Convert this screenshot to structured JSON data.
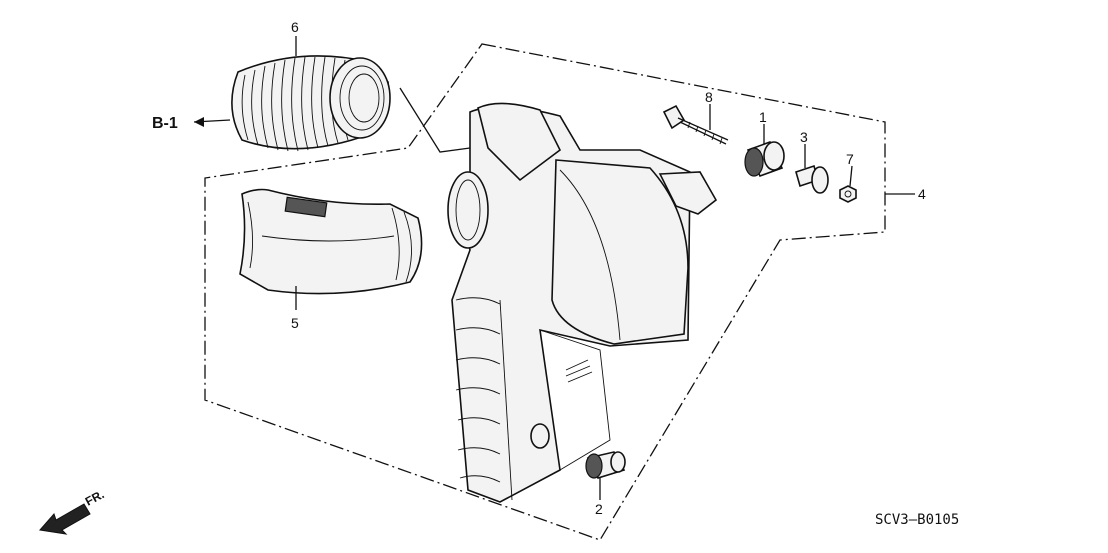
{
  "callouts": {
    "p1": "1",
    "p2": "2",
    "p3": "3",
    "p4": "4",
    "p5": "5",
    "p6": "6",
    "p7": "7",
    "p8": "8"
  },
  "reference_label": "B-1",
  "direction_label": "FR.",
  "diagram_code": "SCV3—B0105",
  "colors": {
    "line": "#111111",
    "fill": "#f3f3f3",
    "background": "#ffffff"
  }
}
